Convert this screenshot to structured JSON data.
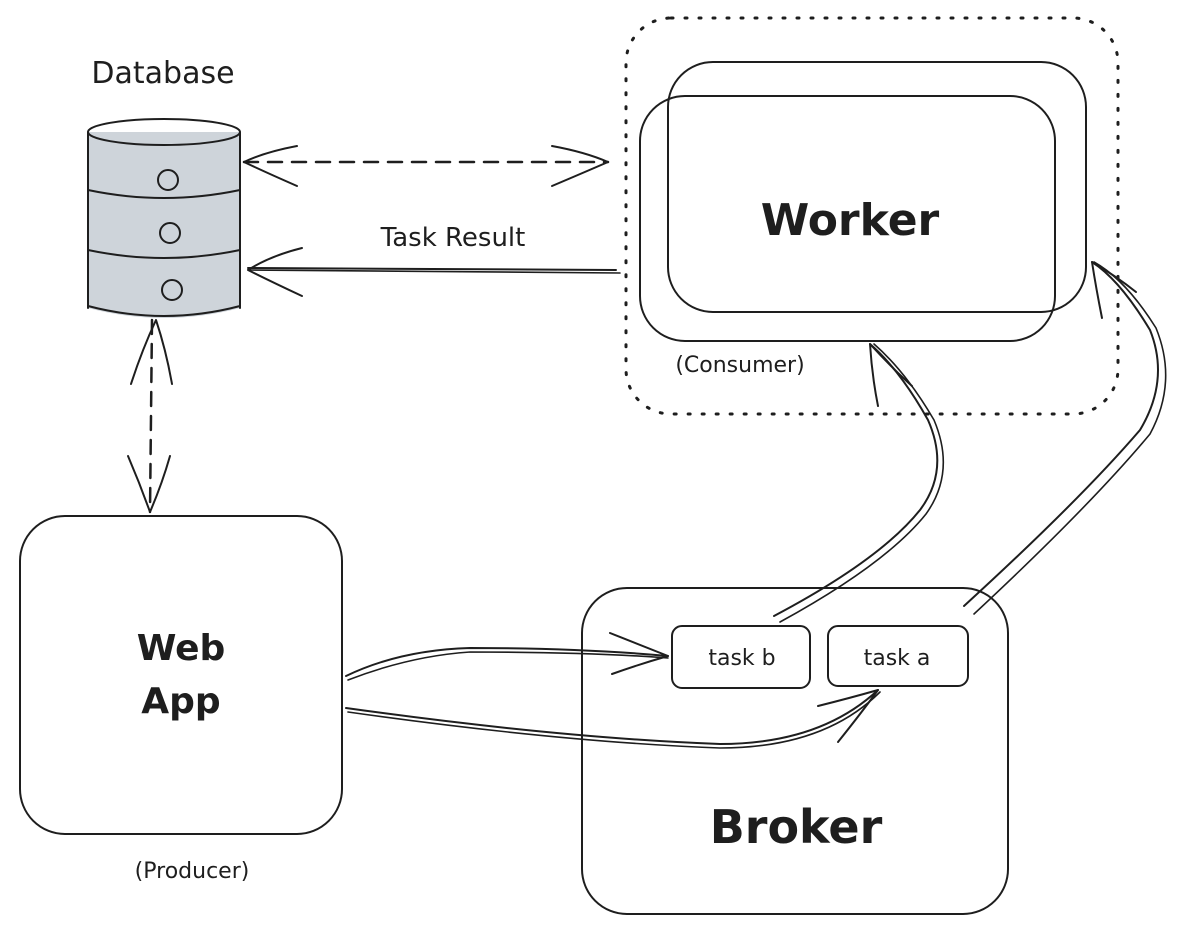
{
  "diagram": {
    "nodes": {
      "database": {
        "label": "Database",
        "fill": "#ced4da",
        "knob_fill": "#868e96"
      },
      "worker": {
        "label": "Worker",
        "sublabel": "(Consumer)",
        "fill": "#2f9e44"
      },
      "webapp": {
        "label_line1": "Web",
        "label_line2": "App",
        "sublabel": "(Producer)",
        "fill": "#b2f2bb"
      },
      "broker": {
        "label": "Broker",
        "fill": "#ffc9c9"
      },
      "task_b": {
        "label": "task b"
      },
      "task_a": {
        "label": "task a"
      }
    },
    "edges": {
      "db_worker": {
        "style": "dashed",
        "direction": "both"
      },
      "worker_to_db": {
        "label": "Task Result",
        "style": "solid"
      },
      "db_webapp": {
        "style": "dashed",
        "direction": "both"
      },
      "webapp_to_task_b": {
        "style": "solid"
      },
      "webapp_to_task_a": {
        "style": "solid"
      },
      "task_b_to_worker": {
        "style": "solid"
      },
      "task_a_to_worker": {
        "style": "solid"
      }
    },
    "stroke_color": "#1e1e1e"
  }
}
